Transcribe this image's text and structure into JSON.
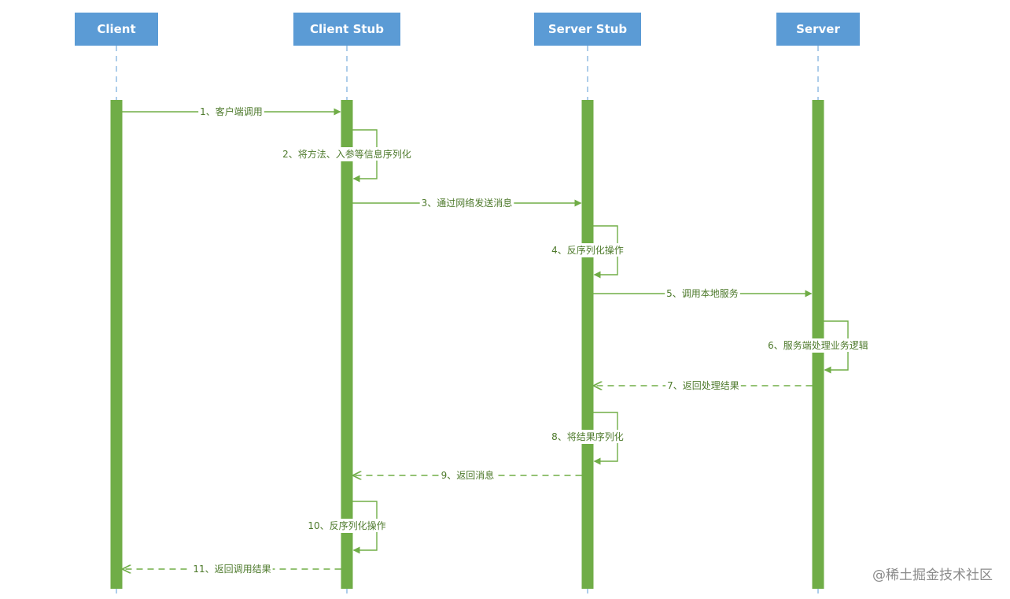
{
  "diagram": {
    "type": "sequence",
    "colors": {
      "actor_fill": "#5b9bd5",
      "actor_text": "#ffffff",
      "lifeline": "#5b9bd5",
      "activation": "#70ad47",
      "arrow": "#70ad47",
      "label_text": "#4e7a2c",
      "watermark": "#8a8a8a"
    },
    "actors": [
      {
        "id": "client",
        "label": "Client"
      },
      {
        "id": "client_stub",
        "label": "Client Stub"
      },
      {
        "id": "server_stub",
        "label": "Server Stub"
      },
      {
        "id": "server",
        "label": "Server"
      }
    ],
    "messages": [
      {
        "step": 1,
        "from": "client",
        "to": "client_stub",
        "kind": "call",
        "label": "1、客户端调用"
      },
      {
        "step": 2,
        "from": "client_stub",
        "to": "client_stub",
        "kind": "self",
        "label": "2、将方法、入参等信息序列化"
      },
      {
        "step": 3,
        "from": "client_stub",
        "to": "server_stub",
        "kind": "call",
        "label": "3、通过网络发送消息"
      },
      {
        "step": 4,
        "from": "server_stub",
        "to": "server_stub",
        "kind": "self",
        "label": "4、反序列化操作"
      },
      {
        "step": 5,
        "from": "server_stub",
        "to": "server",
        "kind": "call",
        "label": "5、调用本地服务"
      },
      {
        "step": 6,
        "from": "server",
        "to": "server",
        "kind": "self",
        "label": "6、服务端处理业务逻辑"
      },
      {
        "step": 7,
        "from": "server",
        "to": "server_stub",
        "kind": "return",
        "label": "7、返回处理结果"
      },
      {
        "step": 8,
        "from": "server_stub",
        "to": "server_stub",
        "kind": "self",
        "label": "8、将结果序列化"
      },
      {
        "step": 9,
        "from": "server_stub",
        "to": "client_stub",
        "kind": "return",
        "label": "9、返回消息"
      },
      {
        "step": 10,
        "from": "client_stub",
        "to": "client_stub",
        "kind": "self",
        "label": "10、反序列化操作"
      },
      {
        "step": 11,
        "from": "client_stub",
        "to": "client",
        "kind": "return",
        "label": "11、返回调用结果"
      }
    ]
  },
  "watermark": "@稀土掘金技术社区"
}
